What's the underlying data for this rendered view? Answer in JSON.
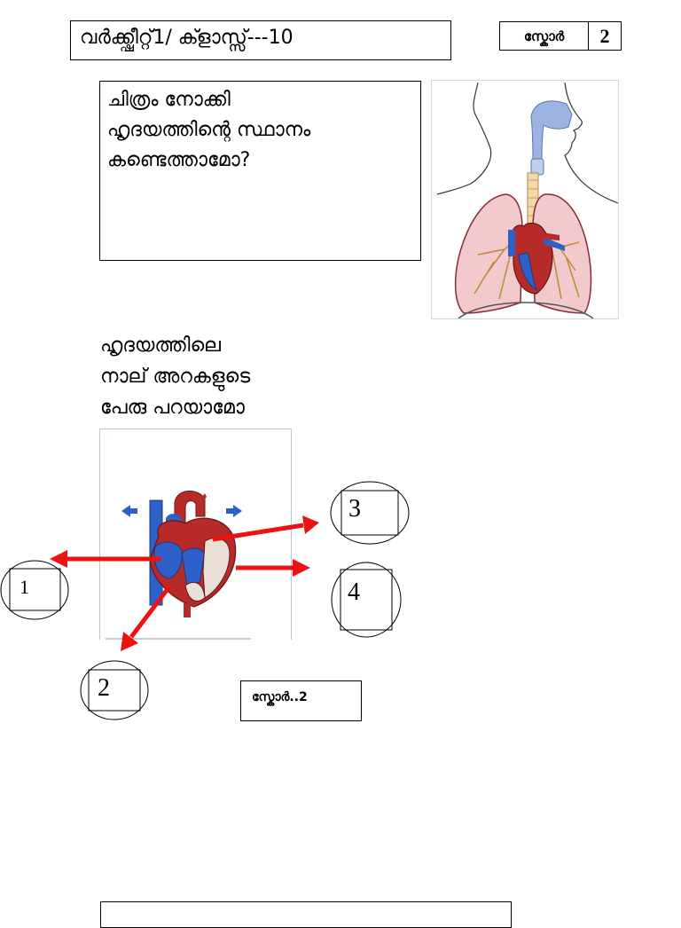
{
  "worksheet": {
    "title": "വർക്ക്ഷീറ്റ്1/ ക്ളാസ്സ്---10",
    "score_label": "സ്കോർ",
    "score_value": "2"
  },
  "question1": {
    "lines": [
      "ചിത്രം നോക്കി",
      "ഹൃദയത്തിന്റെ സ്ഥാനം",
      "കണ്ടെത്താമോ?"
    ]
  },
  "question2": {
    "lines": [
      "ഹൃദയത്തിലെ",
      "നാല് അറകളുടെ",
      "പേരു പറയാമോ"
    ]
  },
  "callouts": [
    "1",
    "2",
    "3",
    "4"
  ],
  "score_bottom": "സ്കോർ..2",
  "colors": {
    "arrow": "#ee1111",
    "vein_blue": "#2f5fc8",
    "heart_red": "#b62a2a",
    "lung_pink": "#f2c9cc",
    "trachea_blue": "#9db4e2"
  }
}
